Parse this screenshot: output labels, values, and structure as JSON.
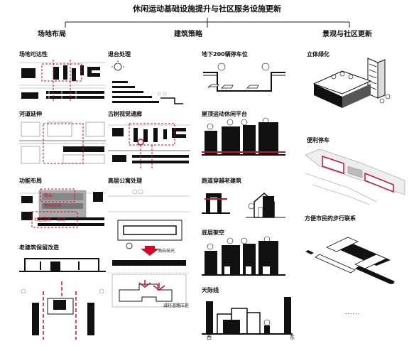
{
  "title": "休闲运动基础设施提升与社区服务设施更新",
  "columns": {
    "left": "场地布局",
    "middle": "建筑策略",
    "right": "景观与社区更新"
  },
  "panels": {
    "site_access": "场地可达性",
    "river": "河道延伸",
    "function": "功能布局",
    "old_building": "老建筑保留改造",
    "setback": "退台处理",
    "tree_corridor": "古树视觉通廊",
    "apartment": "高层公寓处理",
    "parking200": "地下200辆停车位",
    "roof_platform": "屋顶运动休闲平台",
    "runway": "跑道穿越老建筑",
    "stilts": "底层架空",
    "skyline": "天际线",
    "vertical_green": "立体绿化",
    "convenient_parking": "便利停车",
    "walk_link": "方便市民的步行联系"
  },
  "annotations": {
    "func_a": "商业",
    "func_b": "休闲运动",
    "func_c": "社区服务",
    "func_d": "活动",
    "south_light": "南向采光",
    "road_pressure": "减轻道路压迫",
    "west": "西",
    "east": "东",
    "ellipsis": "......"
  },
  "colors": {
    "accent_red": "#c8102e",
    "ink": "#111111",
    "gray": "#9a9a9a"
  }
}
